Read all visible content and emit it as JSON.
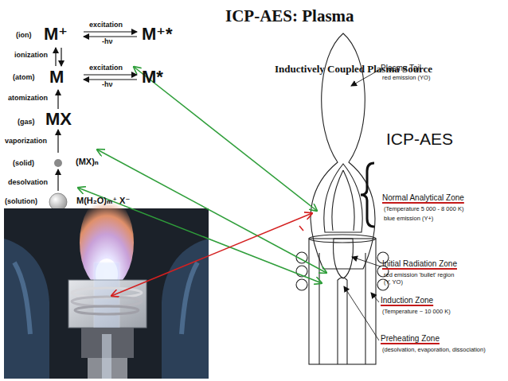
{
  "diagram": {
    "title": "ICP-AES: Plasma",
    "labels": [
      "(ion)",
      "M⁺",
      "excitation",
      "-hν",
      "M⁺*",
      "ionization",
      "(atom)",
      "M",
      "excitation",
      "-hν",
      "M*",
      "atomization",
      "(gas)",
      "MX",
      "vaporization",
      "(solid)",
      "(MX)ₙ",
      "desolvation",
      "(solution)",
      "M(H₂O)ₘ⁺ X⁻",
      "Inductively Coupled Plasma Source",
      "Plasma Tail",
      "red emission (YO)",
      "ICP-AES",
      "Normal Analytical Zone",
      "(Temperature 5 000 - 8 000 K)",
      "blue emission (Y+)",
      "Initial Radiation Zone",
      "red emission 'bullet' region (Y, YO)",
      "Induction Zone",
      "(Temperature ~ 10 000 K)",
      "Preheating Zone",
      "(desolvation, evaporation, dissociation)"
    ]
  }
}
